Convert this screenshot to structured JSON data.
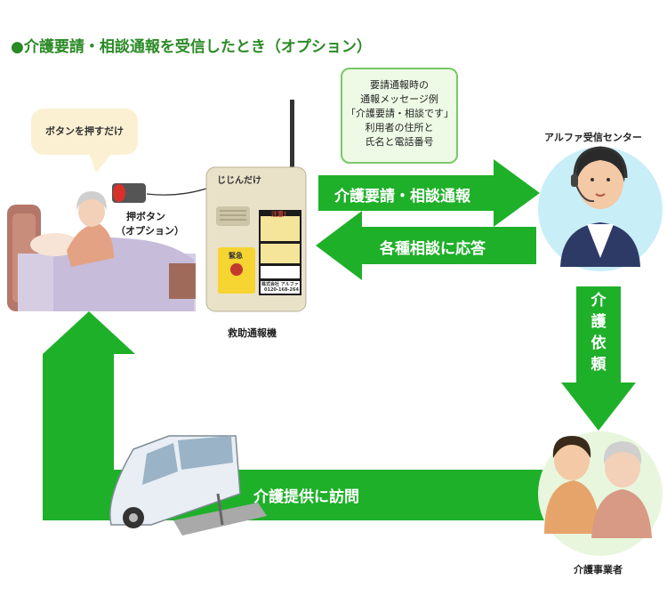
{
  "title": "●介護要請・相談通報を受信したとき（オプション）",
  "message_box": {
    "lines": [
      "要請通報時の",
      "通報メッセージ例",
      "「介護要請・相談です」",
      "利用者の住所と",
      "氏名と電話番号"
    ]
  },
  "bubble_text": "ボタンを押すだけ",
  "push_button_label": [
    "押ボタン",
    "（オプション）"
  ],
  "device": {
    "name": "救助通報機",
    "brand": "じじんだけ",
    "panel_header": "注意!",
    "button_label": "緊急",
    "company": "株式会社 アルファ",
    "phone": "0120-168-264"
  },
  "center_label": "アルファ受信センター",
  "business_label": "介護事業者",
  "arrows": {
    "request": "介護要請・相談通報",
    "response": "各種相談に応答",
    "care_request": [
      "介",
      "護",
      "依",
      "頼"
    ],
    "service": "介護提供に訪問"
  },
  "colors": {
    "arrow_green": "#1fb02a",
    "title_green": "#2a8a25",
    "circle_fill": "#c8eef8",
    "circle_fill_2": "#e3f5d8"
  }
}
